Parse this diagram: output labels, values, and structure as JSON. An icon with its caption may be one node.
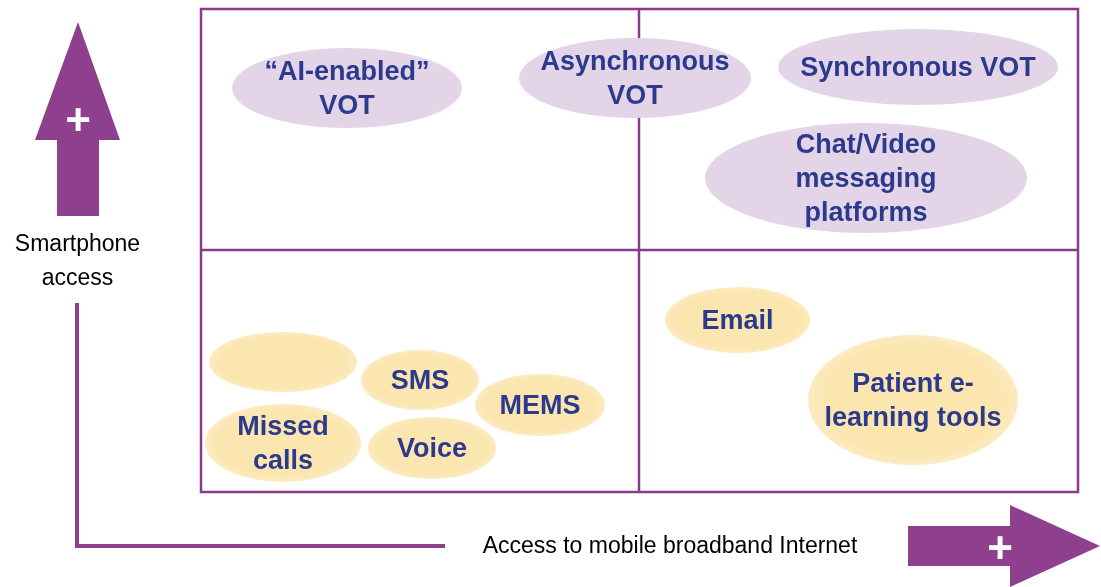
{
  "diagram": {
    "nodes": [
      {
        "text": [
          "“AI-enabled” VOT"
        ]
      },
      {
        "text": [
          "Asynchronous VOT"
        ]
      },
      {
        "text": [
          "Synchronous VOT"
        ]
      },
      {
        "text": [
          "Chat/Video messaging platforms"
        ]
      },
      {
        "text": [
          "Email"
        ]
      },
      {
        "text": [],
        "shape": "ellipse"
      },
      {
        "text": [
          "SMS"
        ]
      },
      {
        "text": [
          "Patient e-learning tools"
        ]
      },
      {
        "text": [
          "MEMS"
        ]
      },
      {
        "text": [
          "Missed calls"
        ]
      },
      {
        "text": [
          "Voice"
        ]
      }
    ],
    "edges": [],
    "labels": [
      "+",
      "Smartphone access",
      "Access to mobile broadband Internet",
      "+"
    ]
  }
}
